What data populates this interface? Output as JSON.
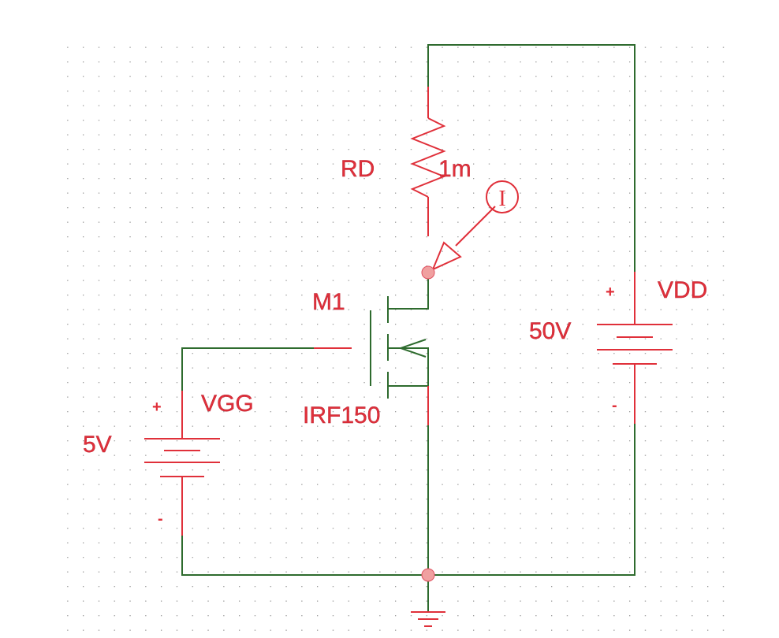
{
  "components": {
    "rd": {
      "name": "RD",
      "value": "1m"
    },
    "m1": {
      "name": "M1",
      "model": "IRF150"
    },
    "vdd": {
      "name": "VDD",
      "value": "50V",
      "plus": "+",
      "minus": "-"
    },
    "vgg": {
      "name": "VGG",
      "value": "5V",
      "plus": "+",
      "minus": "-"
    }
  },
  "probe": {
    "symbol": "I"
  },
  "colors": {
    "wire": "#2e6b2e",
    "component": "#e0303a",
    "grid": "#9a9a9a"
  }
}
